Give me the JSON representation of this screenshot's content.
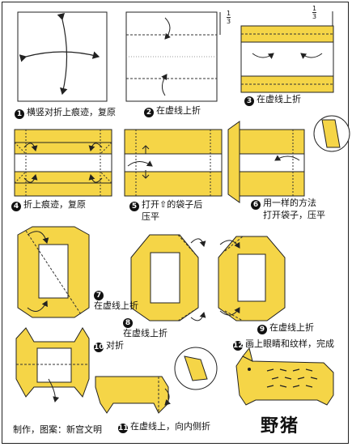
{
  "steps": [
    {
      "num": "1",
      "text": "横竖对折上痕迹，复原"
    },
    {
      "num": "2",
      "text": "在虚线上折"
    },
    {
      "num": "3",
      "text": "在虚线上折"
    },
    {
      "num": "4",
      "text": "折上痕迹，复原"
    },
    {
      "num": "5",
      "text": "打开⇧的袋子后",
      "text2": "压平"
    },
    {
      "num": "6",
      "text": "用一样的方法",
      "text2": "打开袋子，压平"
    },
    {
      "num": "7",
      "text": "在虚线上折"
    },
    {
      "num": "8",
      "text": "在虚线上折"
    },
    {
      "num": "9",
      "text": "在虚线上折"
    },
    {
      "num": "10",
      "text": "对折"
    },
    {
      "num": "11",
      "text": "在虚线上，向内侧折"
    },
    {
      "num": "12",
      "text": "画上眼睛和纹样，完成"
    }
  ],
  "fraction_marks": [
    "1",
    "3"
  ],
  "title": "野猪",
  "credit": "制作，图案：新宫文明",
  "colors": {
    "paper_yellow": "#f5d547",
    "paper_white": "#ffffff",
    "line": "#222222",
    "fold_dash": "#333333"
  }
}
